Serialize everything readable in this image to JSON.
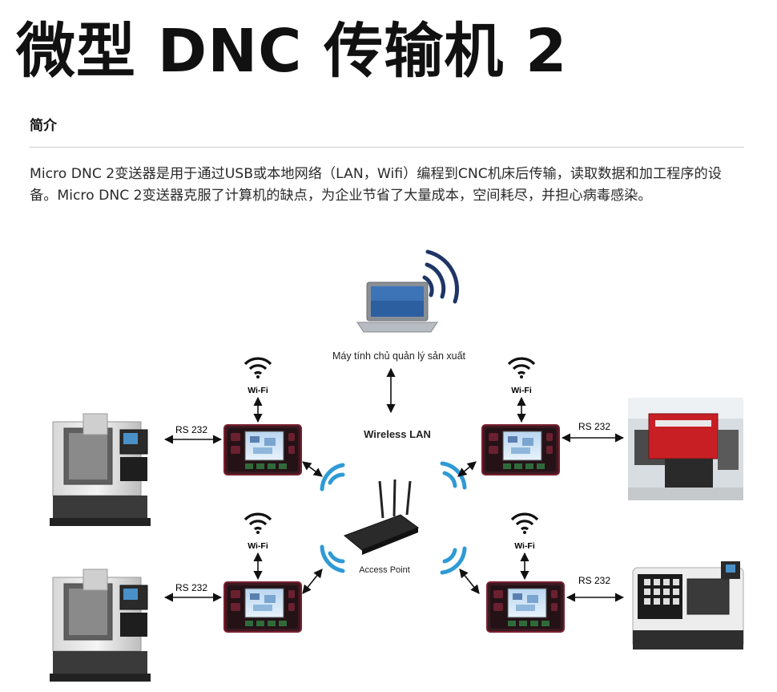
{
  "header": {
    "title": "微型 DNC 传输机 2",
    "section": "简介",
    "description": "Micro DNC 2变送器是用于通过USB或本地网络（LAN，Wifi）编程到CNC机床后传输，读取数据和加工程序的设备。Micro DNC 2变送器克服了计算机的缺点，为企业节省了大量成本，空间耗尽，并担心病毒感染。"
  },
  "diagram": {
    "pc_label": "Máy tính chủ quản lý sản xuất",
    "wireless_label": "Wireless LAN",
    "ap_label": "Access Point",
    "wifi_label": "Wi-Fi",
    "rs232_label": "RS 232"
  }
}
